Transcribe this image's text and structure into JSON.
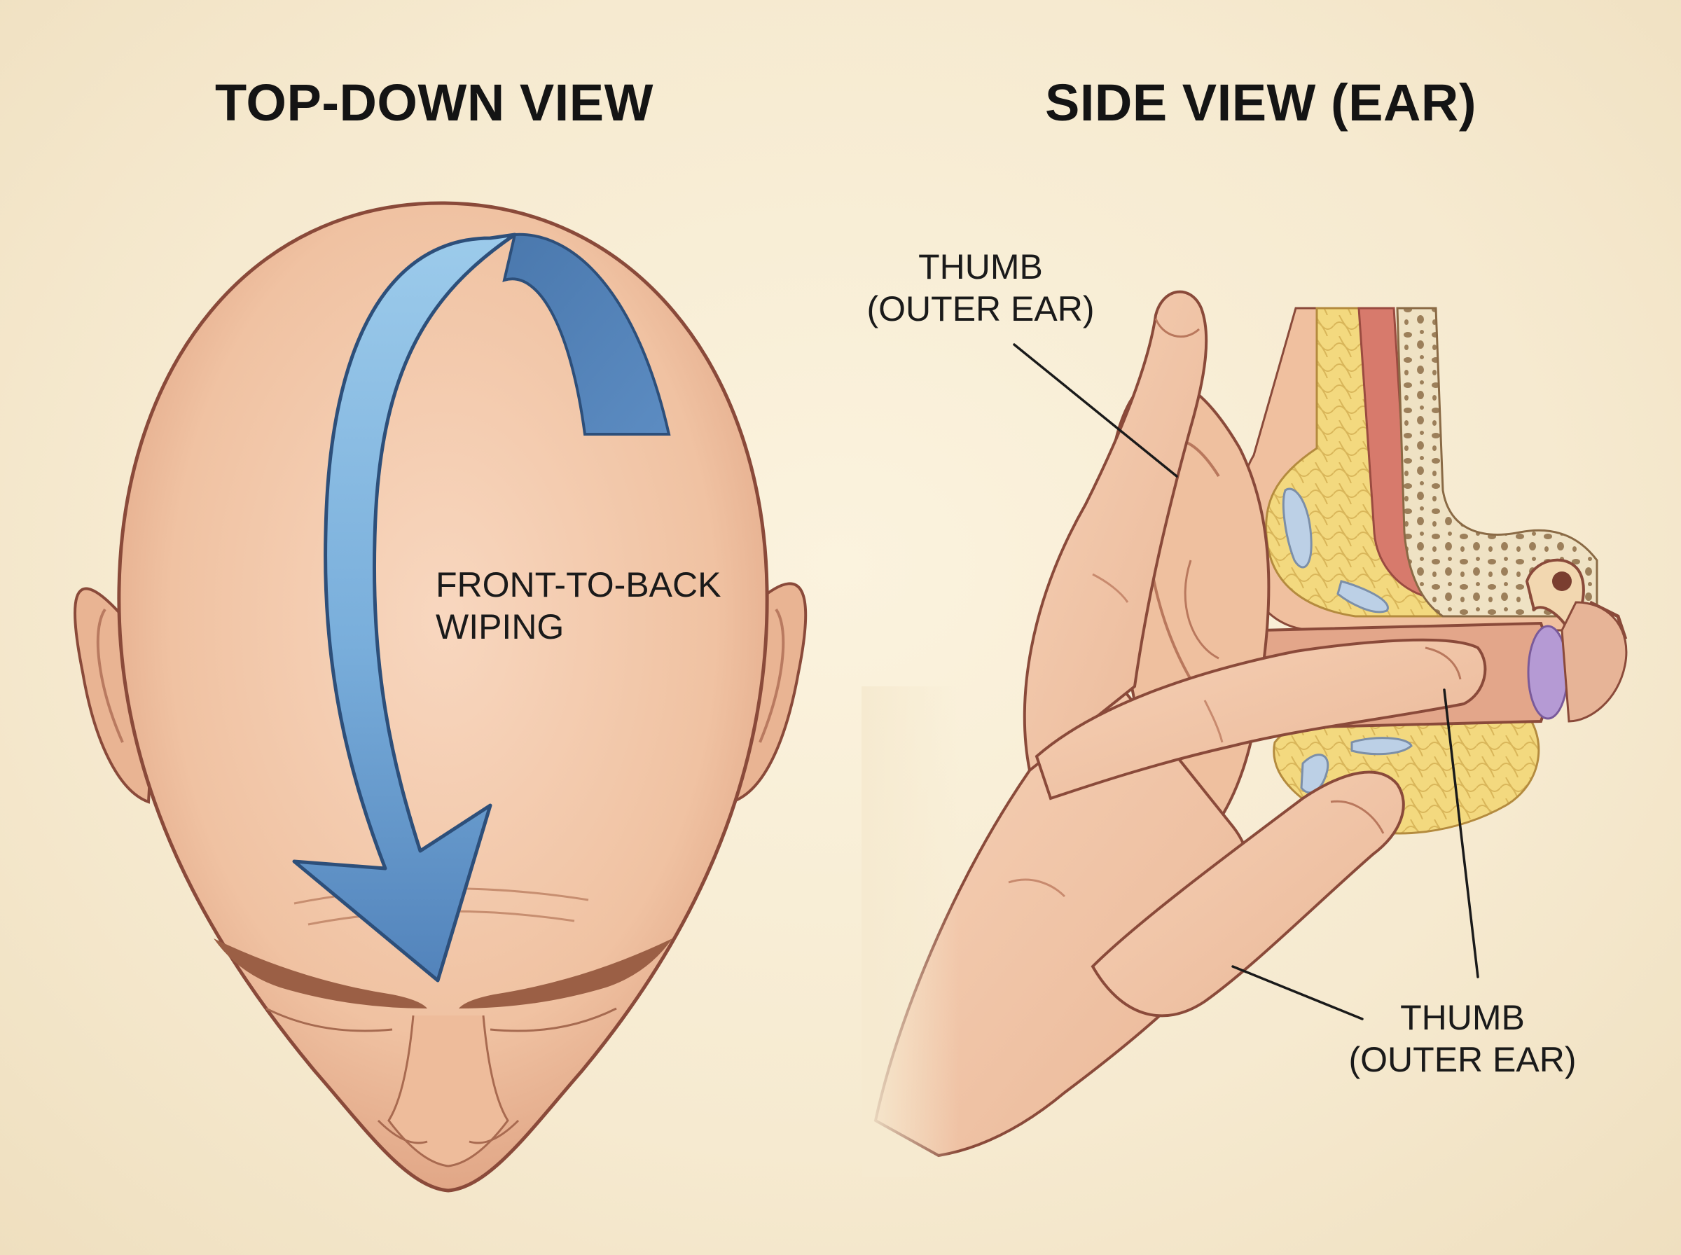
{
  "titles": {
    "left": "TOP-DOWN VIEW",
    "right": "SIDE VIEW (EAR)"
  },
  "labels": {
    "wiping_line1": "FRONT-TO-BACK",
    "wiping_line2": "WIPING",
    "thumb_top_line1": "THUMB",
    "thumb_top_line2": "(OUTER EAR)",
    "thumb_bottom_line1": "THUMB",
    "thumb_bottom_line2": "(OUTER EAR)"
  },
  "colors": {
    "background": "#f6ead0",
    "skin": "#f3c9aa",
    "skin_outline": "#8a4a3a",
    "arrow_light": "#8fc0e6",
    "arrow_dark": "#4e7fb5",
    "fat_tissue": "#f1d77e",
    "bone": "#efe2c4",
    "muscle": "#d77a6c",
    "eardrum": "#b59ad4"
  }
}
